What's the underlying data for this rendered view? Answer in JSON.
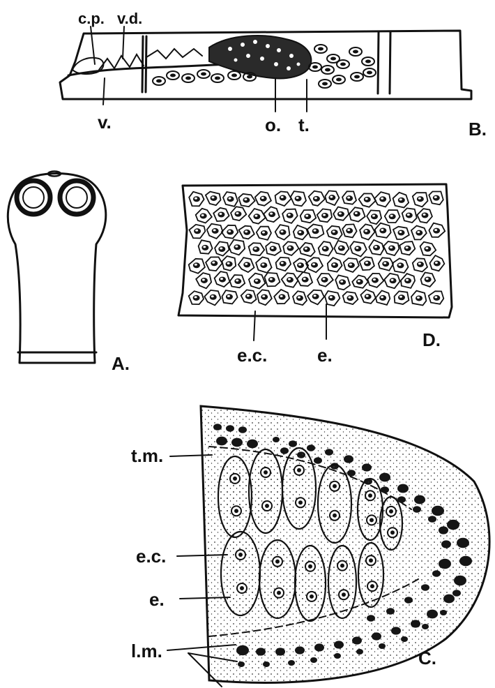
{
  "figure_B": {
    "panel_label": "B.",
    "labels": {
      "cp": "c.p.",
      "vd": "v.d.",
      "v": "v.",
      "o": "o.",
      "t": "t."
    }
  },
  "figure_A": {
    "panel_label": "A."
  },
  "figure_D": {
    "panel_label": "D.",
    "labels": {
      "ec": "e.c.",
      "e": "e."
    }
  },
  "figure_C": {
    "panel_label": "C.",
    "labels": {
      "tm": "t.m.",
      "ec": "e.c.",
      "e": "e.",
      "lm": "l.m."
    }
  }
}
